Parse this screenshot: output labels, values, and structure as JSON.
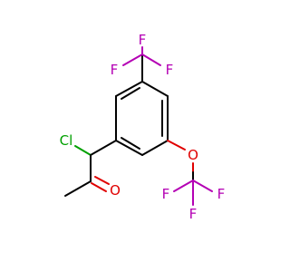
{
  "colors": {
    "carbon_bond": "#000000",
    "fluorine": "#b400b4",
    "oxygen": "#e00000",
    "chlorine": "#00a000",
    "background": "#ffffff"
  },
  "atoms": {
    "f_top_center": "F",
    "f_top_left": "F",
    "f_top_right": "F",
    "cl": "Cl",
    "o_ether": "O",
    "o_ketone": "O",
    "f_bottom_left": "F",
    "f_bottom_right": "F",
    "f_bottom_center": "F"
  }
}
